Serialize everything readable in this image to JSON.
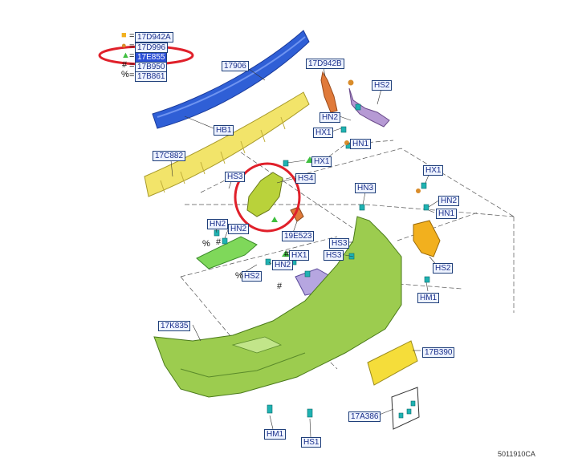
{
  "legend": [
    {
      "symbol": "■",
      "color": "#f2b01e",
      "code": "17D942A"
    },
    {
      "symbol": "●",
      "color": "#d98c2a",
      "code": "17D996"
    },
    {
      "symbol": "▲",
      "color": "#3fbf3f",
      "code": "17E855"
    },
    {
      "symbol": "#",
      "color": "#111111",
      "code": "17B950"
    },
    {
      "symbol": "%",
      "color": "#111111",
      "code": "17B861"
    }
  ],
  "callouts": {
    "p17906": "17906",
    "p17D942B": "17D942B",
    "hs2_top": "HS2",
    "hn2_top": "HN2",
    "hx1_top": "HX1",
    "hn1_top": "HN1",
    "hb1": "HB1",
    "p17C882": "17C882",
    "hx1_mid": "HX1",
    "hs4": "HS4",
    "hs3_left": "HS3",
    "hn3": "HN3",
    "hx1_right": "HX1",
    "hn2_right": "HN2",
    "hn1_right": "HN1",
    "hn2_left": "HN2",
    "hn2_left2": "HN2",
    "p19E523": "19E523",
    "hs3_a": "HS3",
    "hs3_b": "HS3",
    "hx1_low": "HX1",
    "hn2_low": "HN2",
    "hs2_low": "HS2",
    "hs2_right": "HS2",
    "hm1_right": "HM1",
    "p17K835": "17K835",
    "p17B390": "17B390",
    "p17A386": "17A386",
    "hm1_bottom": "HM1",
    "hs1_bottom": "HS1"
  },
  "symbols": {
    "hash": "#",
    "percent": "%"
  },
  "colors": {
    "callout_text": "#1a2f8a",
    "callout_highlight": "#2b4fd6",
    "annotation_circle": "#e0202a",
    "reinforcement": "#2f5fd6",
    "absorber": "#f2e46a",
    "bumper": "#9ccc4f",
    "bracket": "#f2b01e",
    "plate": "#f5dd3a",
    "clip": "#1fb2b2"
  },
  "footer": {
    "drawing_id": "5011910CA"
  }
}
